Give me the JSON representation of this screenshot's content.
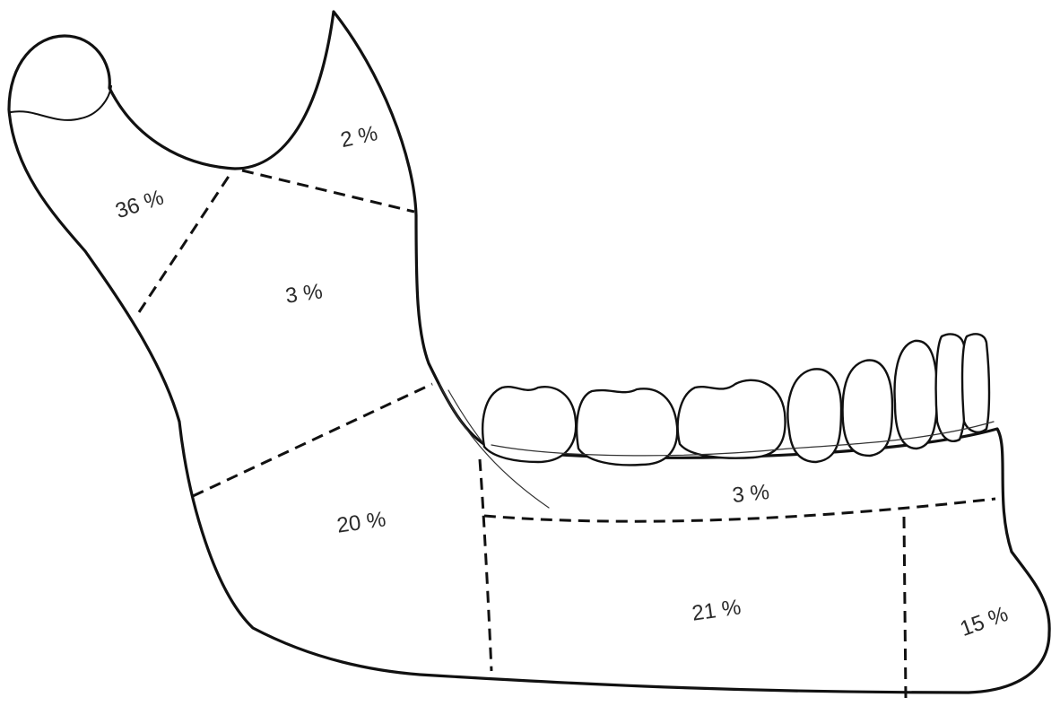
{
  "diagram": {
    "regions": [
      {
        "id": "condyle",
        "label": "36 %"
      },
      {
        "id": "coronoid",
        "label": "2 %"
      },
      {
        "id": "ramus",
        "label": "3 %"
      },
      {
        "id": "angle",
        "label": "20 %"
      },
      {
        "id": "alveolar",
        "label": "3 %"
      },
      {
        "id": "body",
        "label": "21 %"
      },
      {
        "id": "symphysis",
        "label": "15 %"
      }
    ]
  }
}
